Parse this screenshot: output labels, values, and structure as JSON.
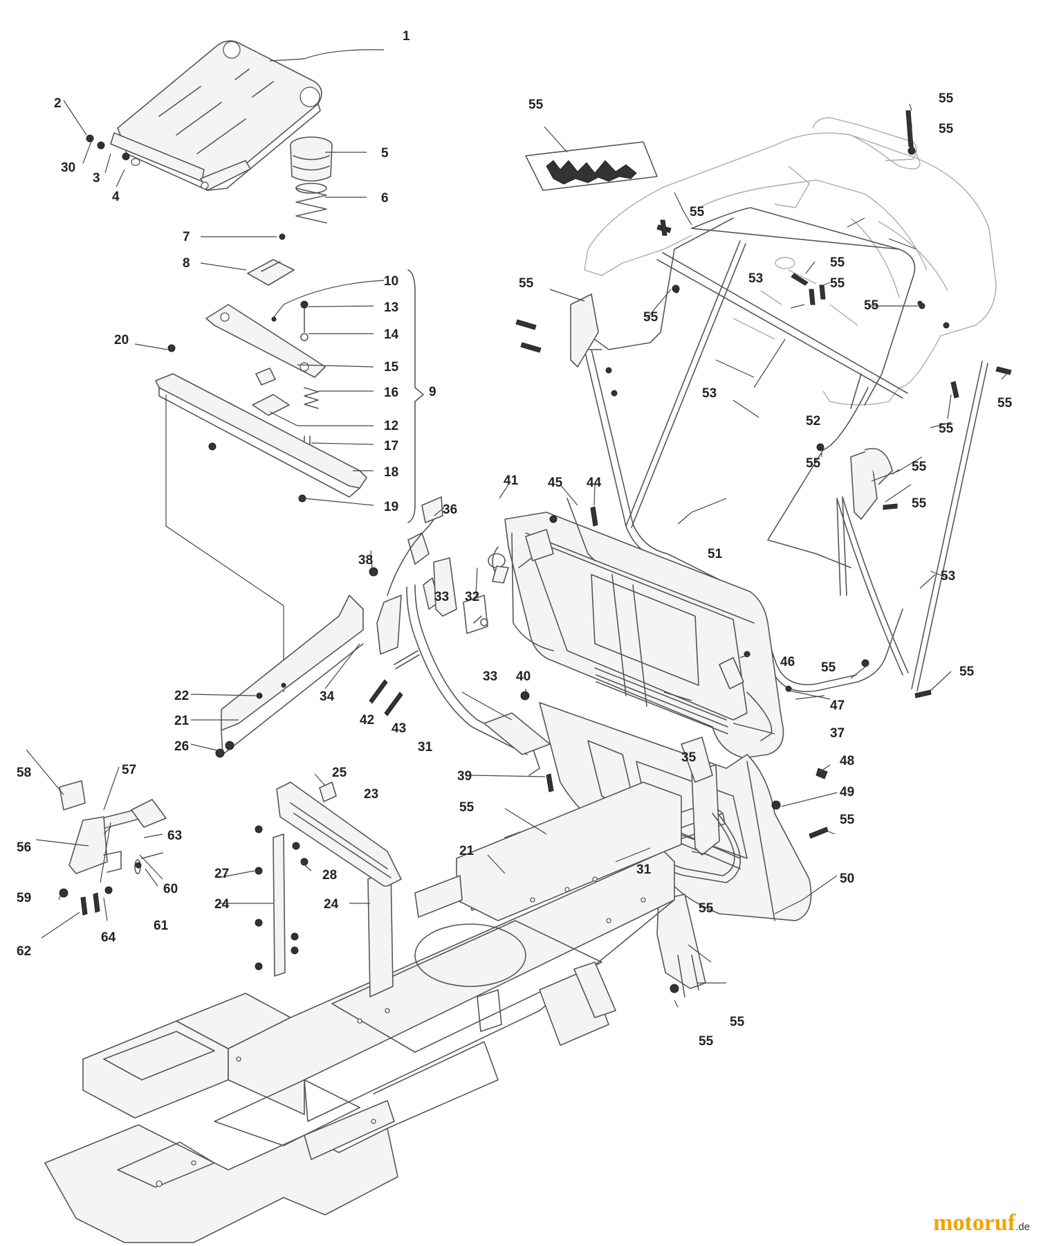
{
  "callouts": {
    "c1": "1",
    "c2": "2",
    "c3": "3",
    "c4": "4",
    "c5": "5",
    "c6": "6",
    "c7": "7",
    "c8": "8",
    "c9": "9",
    "c10": "10",
    "c12": "12",
    "c13": "13",
    "c14": "14",
    "c15": "15",
    "c16": "16",
    "c17": "17",
    "c18": "18",
    "c19": "19",
    "c20": "20",
    "c21a": "21",
    "c21b": "21",
    "c22": "22",
    "c23": "23",
    "c24a": "24",
    "c24b": "24",
    "c25": "25",
    "c26": "26",
    "c27": "27",
    "c28": "28",
    "c30": "30",
    "c31a": "31",
    "c31b": "31",
    "c32": "32",
    "c33a": "33",
    "c33b": "33",
    "c34": "34",
    "c35": "35",
    "c36": "36",
    "c37": "37",
    "c38": "38",
    "c39": "39",
    "c40": "40",
    "c41": "41",
    "c42": "42",
    "c43": "43",
    "c44": "44",
    "c45": "45",
    "c46": "46",
    "c47": "47",
    "c48": "48",
    "c49": "49",
    "c50": "50",
    "c51": "51",
    "c52": "52",
    "c53a": "53",
    "c53b": "53",
    "c53c": "53",
    "c55a": "55",
    "c55b": "55",
    "c55c": "55",
    "c55d": "55",
    "c55e": "55",
    "c55f": "55",
    "c55g": "55",
    "c55h": "55",
    "c55i": "55",
    "c55j": "55",
    "c55k": "55",
    "c55l": "55",
    "c55m": "55",
    "c55n": "55",
    "c55o": "55",
    "c55p": "55",
    "c55q": "55",
    "c55r": "55",
    "c55s": "55",
    "c55t": "55",
    "c56": "56",
    "c57": "57",
    "c58": "58",
    "c59": "59",
    "c60": "60",
    "c61": "61",
    "c62": "62",
    "c63": "63",
    "c64": "64"
  },
  "brand": {
    "name": "motoruf",
    "tld": ".de",
    "color": "#f1a300"
  }
}
